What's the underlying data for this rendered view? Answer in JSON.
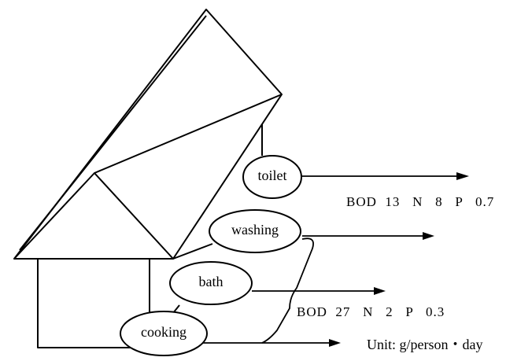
{
  "sources": [
    {
      "id": "toilet",
      "label": "toilet"
    },
    {
      "id": "washing",
      "label": "washing"
    },
    {
      "id": "bath",
      "label": "bath"
    },
    {
      "id": "cooking",
      "label": "cooking"
    }
  ],
  "loads": {
    "toilet": "BOD  13   N   8   P   0.7",
    "others": "BOD  27   N   2   P   0.3"
  },
  "unit_note": "Unit: g/person・day"
}
